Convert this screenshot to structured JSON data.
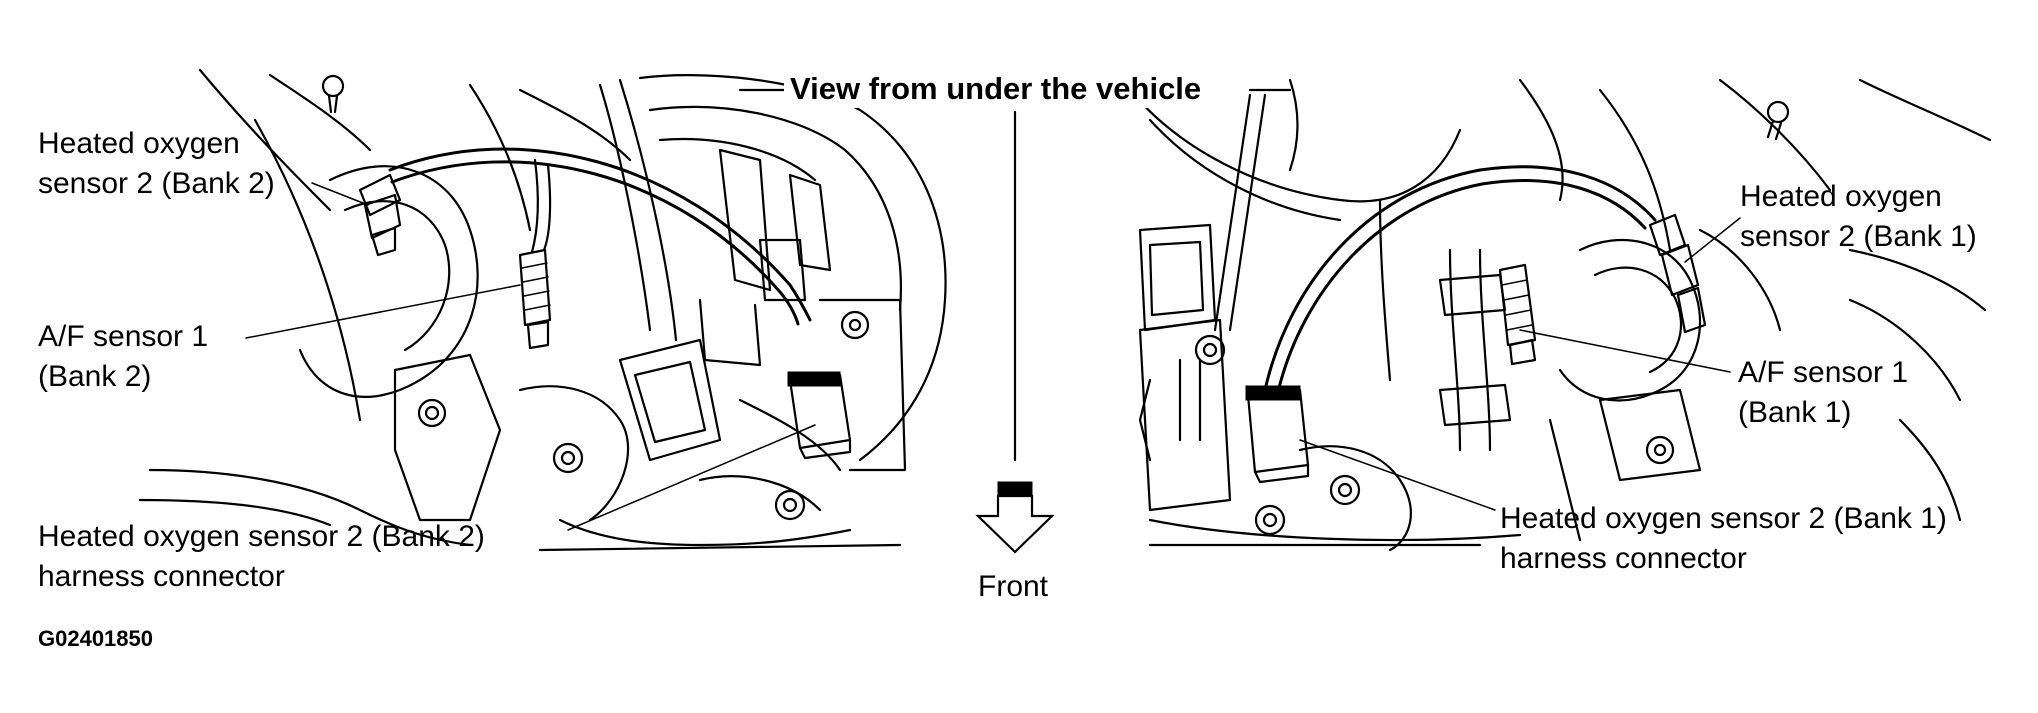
{
  "diagram": {
    "title": "View from under the vehicle",
    "direction_label": "Front",
    "figure_code": "G02401850",
    "left_view": {
      "labels": {
        "ho2s2_line1": "Heated oxygen",
        "ho2s2_line2": "sensor 2 (Bank 2)",
        "af_line1": "A/F sensor 1",
        "af_line2": "(Bank 2)",
        "harness_line1": "Heated oxygen sensor 2 (Bank 2)",
        "harness_line2": "harness connector"
      }
    },
    "right_view": {
      "labels": {
        "ho2s2_line1": "Heated oxygen",
        "ho2s2_line2": "sensor 2 (Bank 1)",
        "af_line1": "A/F sensor 1",
        "af_line2": "(Bank 1)",
        "harness_line1": "Heated oxygen sensor 2 (Bank 1)",
        "harness_line2": "harness connector"
      }
    }
  }
}
